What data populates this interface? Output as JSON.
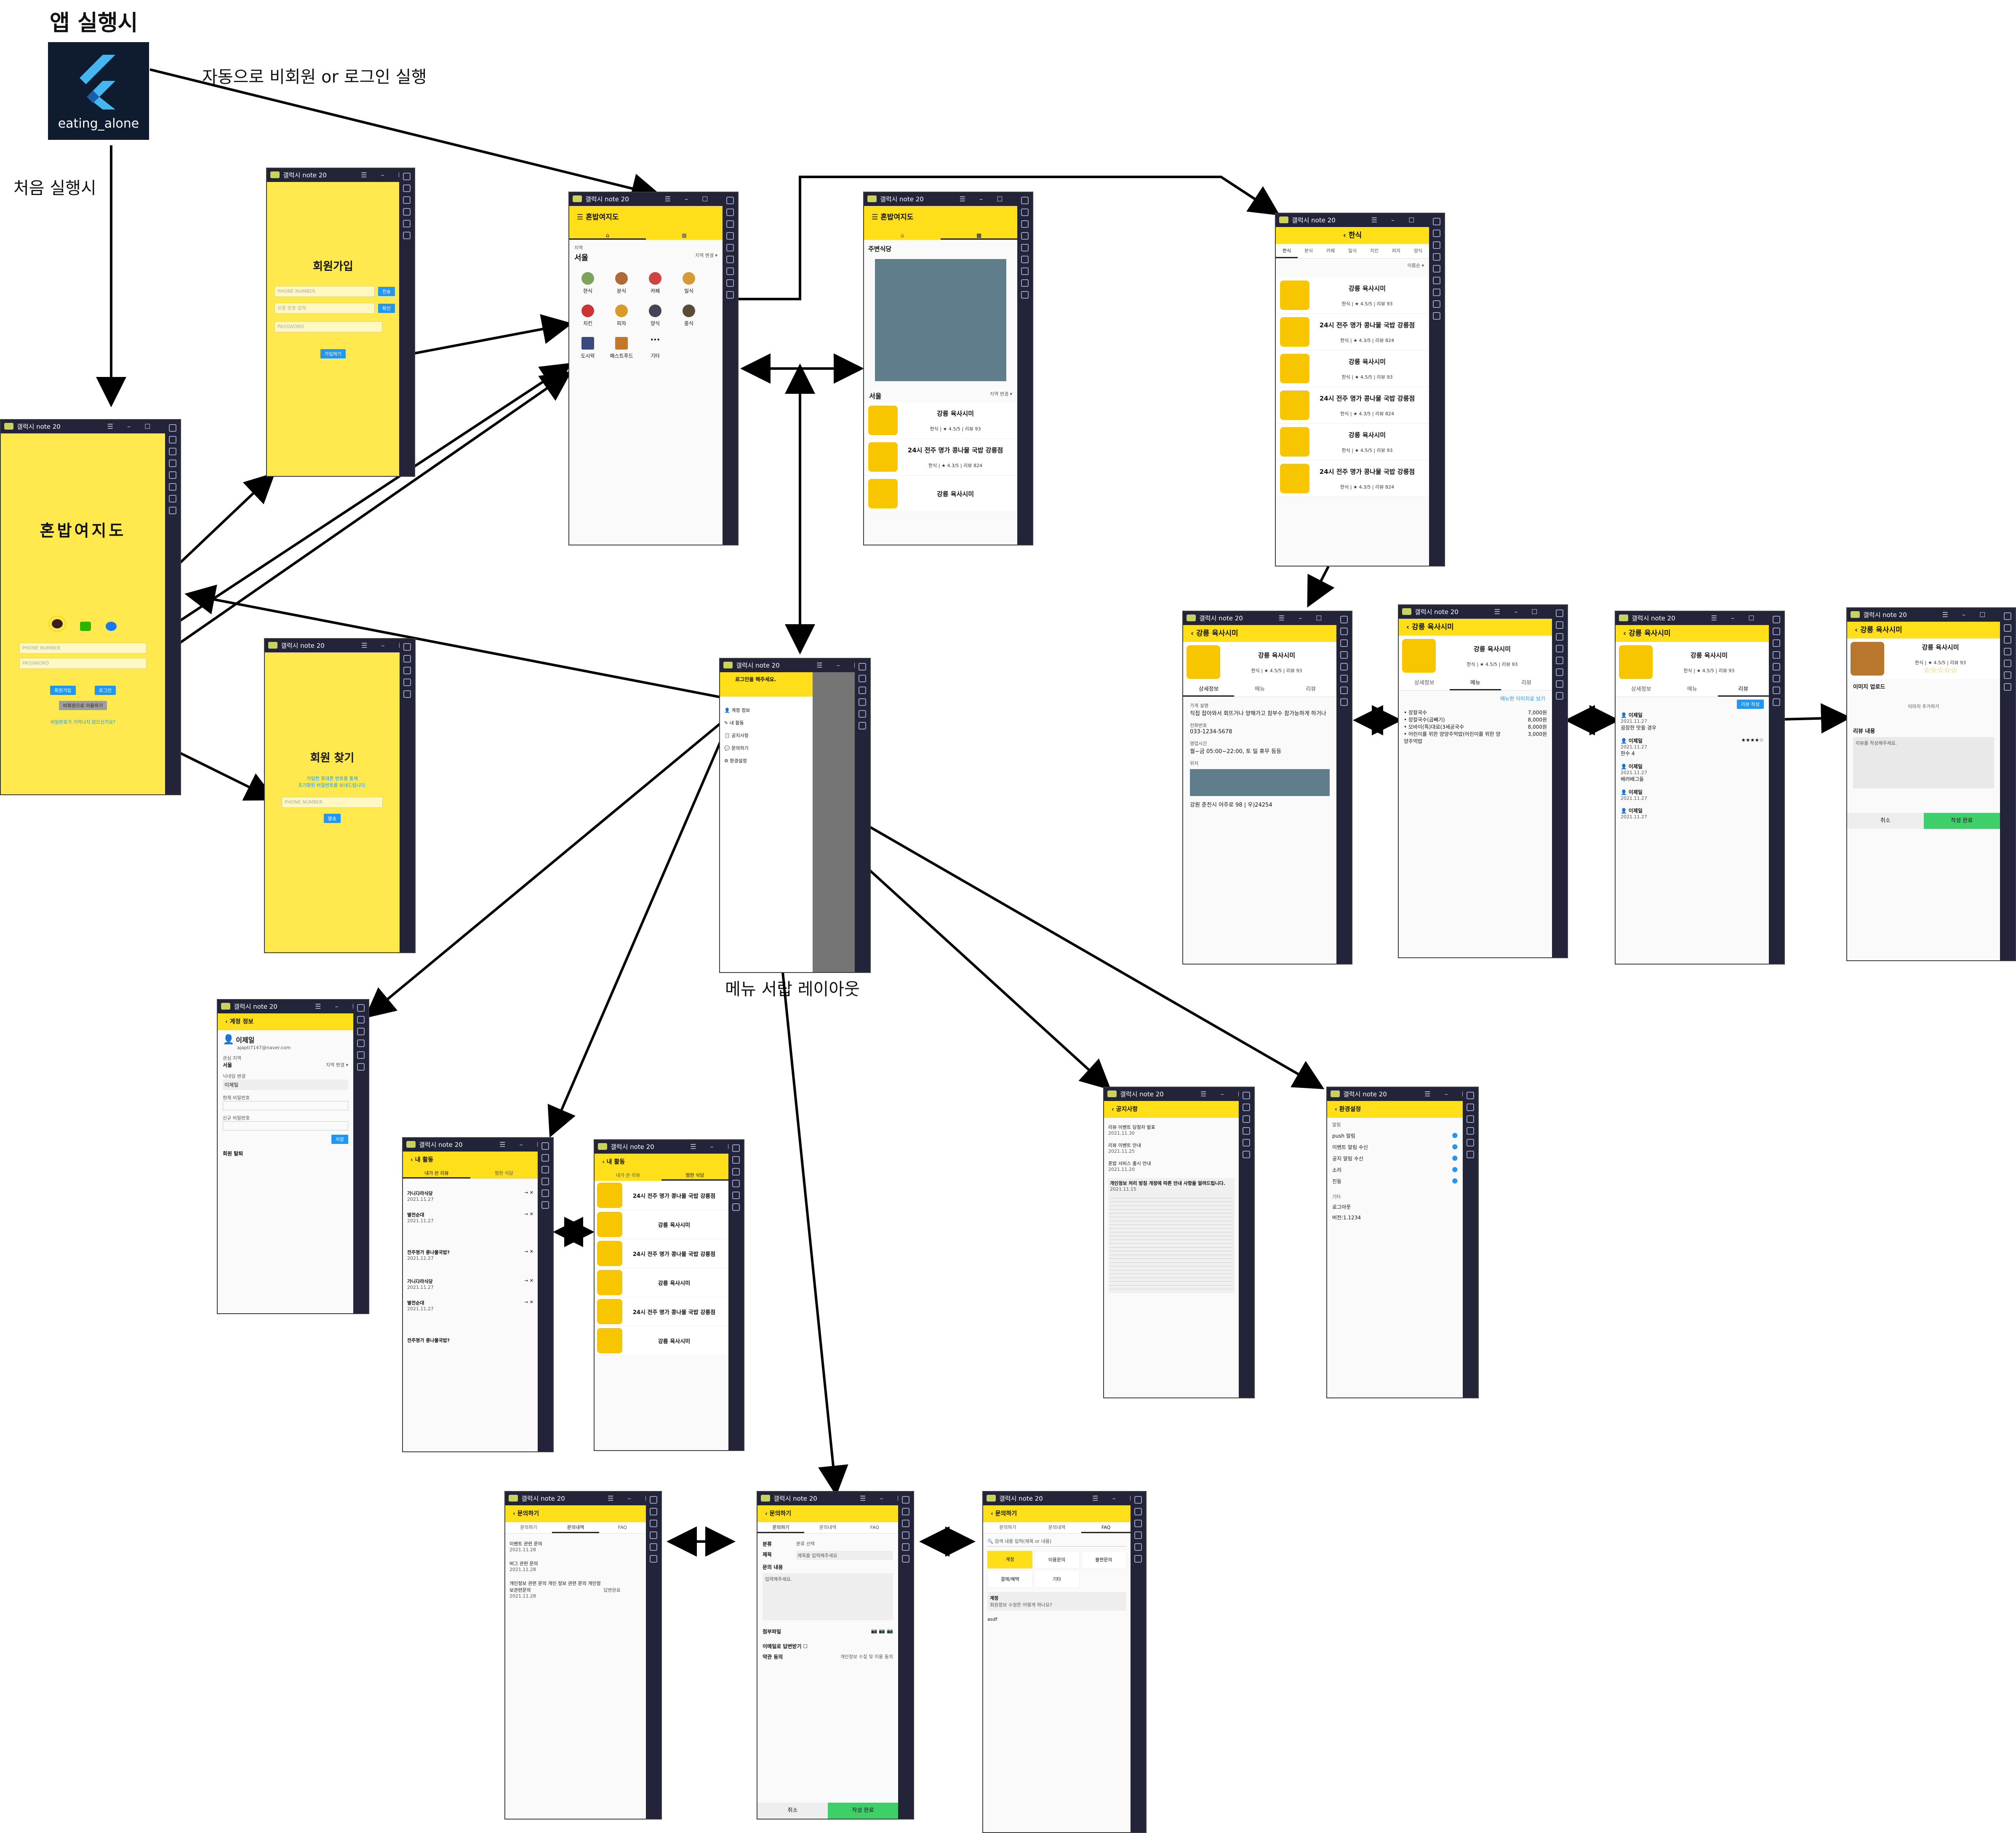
{
  "annotations": {
    "app_launch": "앱 실행시",
    "auto_login": "자동으로 비회원 or 로그인 실행",
    "first_launch": "처음 실행시",
    "drawer_layout": "메뉴 서랍 레이아웃"
  },
  "app_icon": {
    "label": "eating_alone",
    "bg_color": "#0f1b2e",
    "accent": "#45b7f0"
  },
  "emulator": {
    "title": "갤럭시 note 20"
  },
  "login": {
    "title": "혼밥여지도",
    "phone_placeholder": "PHONE NUMBER",
    "password_placeholder": "PASSWORD",
    "signup_btn": "회원가입",
    "login_btn": "로그인",
    "guest_btn": "비회원으로 이용하기",
    "find_link": "비밀번호가 기억나지 않으신가요?"
  },
  "signup": {
    "title": "회원가입",
    "phone_placeholder": "PHONE NUMBER",
    "auth_placeholder": "인증 번호 입력",
    "password_placeholder": "PASSWORD",
    "send_btn": "전송",
    "confirm_btn": "확인",
    "submit_btn": "가입하기"
  },
  "find": {
    "title": "회원 찾기",
    "desc1": "가입한 휴대폰 번호를 통해",
    "desc2": "초기화된 비밀번호를 보내드립니다.",
    "phone_placeholder": "PHONE NUMBER",
    "send_btn": "발송"
  },
  "home": {
    "appbar": "혼밥여지도",
    "region_label": "지역",
    "region": "서울",
    "region_change": "지역 변경 ▾",
    "categories": [
      "한식",
      "분식",
      "카페",
      "일식",
      "치킨",
      "피자",
      "양식",
      "중식",
      "도시락",
      "패스트푸드",
      "기타"
    ]
  },
  "nearby": {
    "title": "주변식당",
    "region": "서울",
    "region_change": "지역 변경 ▾"
  },
  "restaurants": [
    {
      "name": "강릉 육사시미",
      "category": "한식",
      "rating": "★ 4.5/5",
      "reviews": "리뷰 93"
    },
    {
      "name": "24시 전주 명가 콩나물 국밥 강릉점",
      "category": "한식",
      "rating": "★ 4.3/5",
      "reviews": "리뷰 824"
    }
  ],
  "category_list": {
    "title": "한식",
    "tabs": [
      "한식",
      "분식",
      "카페",
      "일식",
      "치킨",
      "피자",
      "양식"
    ],
    "sort": "이름순 ▾"
  },
  "detail": {
    "title": "강릉 육사시미",
    "tabs": [
      "상세정보",
      "메뉴",
      "리뷰"
    ],
    "info_label": "가게 설명",
    "info_text": "직접 잡아와서 회뜨거나 양해가고 참부수 참가능하게 하거나",
    "phone_label": "전화번호",
    "phone": "033-1234-5678",
    "hours_label": "영업시간",
    "hours": "월~금 05:00~22:00, 토 일 휴무 등등",
    "loc_label": "위치",
    "address": "강원 춘천시 어주로 98 | 우)24254",
    "menu_link": "메뉴판 이미지로 보기",
    "menu": [
      {
        "name": "장칼국수",
        "price": "7,000원"
      },
      {
        "name": "장칼국수(곱빼기)",
        "price": "8,000원"
      },
      {
        "name": "모바이(특)대로(3세공국수",
        "price": "8,000원"
      },
      {
        "name": "어린이를 위한 양양주먹밥(어린이를 위한 양양주먹밥",
        "price": "3,000원"
      }
    ],
    "review_btn": "리뷰 작성",
    "reviewers": [
      {
        "name": "이제일",
        "date": "2021.11.27",
        "text": "굉장한 맛을 경우"
      },
      {
        "name": "이제일",
        "date": "2021.11.27",
        "text": "한수 4"
      },
      {
        "name": "이제일",
        "date": "2021.11.27",
        "text": "배러배그들"
      },
      {
        "name": "이제일",
        "date": "2021.11.27",
        "text": ""
      },
      {
        "name": "이제일",
        "date": "2021.11.27",
        "text": ""
      }
    ]
  },
  "write_review": {
    "title": "강릉 육사시미",
    "image_upload": "이미지 업로드",
    "image_hint": "이미지 추가하기",
    "content_label": "리뷰 내용",
    "content_placeholder": "리뷰를 작성해주세요.",
    "cancel": "취소",
    "done": "작성 완료"
  },
  "drawer": {
    "header": "로그인을 해주세요.",
    "items": [
      "계정 정보",
      "내 활동",
      "공지사항",
      "문의하기",
      "환경설정"
    ]
  },
  "account": {
    "appbar": "계정 정보",
    "name": "이제일",
    "email": "ajapti7147@naver.com",
    "region_label": "관심 지역",
    "region": "서울",
    "region_change": "지역 변경 ▾",
    "nick_label": "닉네임 변경",
    "nick": "이제일",
    "pw_label": "현재 비밀번호",
    "new_pw_label": "신규 비밀번호",
    "save": "저장",
    "withdraw": "회원 탈퇴"
  },
  "activity": {
    "appbar": "내 활동",
    "tabs": [
      "내가 쓴 리뷰",
      "찜한 식당"
    ],
    "reviews": [
      {
        "name": "가니다라식당",
        "date": "2021.11.27"
      },
      {
        "name": "별천순대",
        "date": "2021.11.27"
      },
      {
        "name": "전주명가 콩나물국밥?",
        "date": "2021.11.27"
      },
      {
        "name": "가니다라식당",
        "date": "2021.11.27"
      },
      {
        "name": "별천순대",
        "date": "2021.11.27"
      },
      {
        "name": "전주명가 콩나물국밥?",
        "date": ""
      }
    ]
  },
  "notice": {
    "appbar": "공지사항",
    "items": [
      "리뷰 이벤트 당첨자 발표",
      "리뷰 이벤트 안내",
      "혼밥 서비스 출시 안내",
      "개인정보 처리 방침 개정에 따른 안내 사항을 알려드립니다."
    ],
    "dates": [
      "2021.11.30",
      "2021.11.25",
      "2021.11.20",
      "2021.11.15"
    ]
  },
  "settings": {
    "appbar": "환경설정",
    "section": "알림",
    "toggles": [
      "push 알림",
      "이벤트 알림 수신",
      "공지 알림 수신",
      "소리",
      "진동"
    ],
    "etc_label": "기타",
    "logout": "로그아웃",
    "version": "버전:1.1234"
  },
  "inquiry": {
    "appbar": "문의하기",
    "tabs": [
      "문의하기",
      "문의내역",
      "FAQ"
    ],
    "history": [
      {
        "title": "이벤트 관련 문의",
        "date": "2021.11.28",
        "status": ""
      },
      {
        "title": "버그 관련 문의",
        "date": "2021.11.28",
        "status": ""
      },
      {
        "title": "개인정보 관련 문의 개인 정보 관련 문의 개인정보관련문의",
        "date": "2021.11.28",
        "status": "답변완료"
      }
    ],
    "form": {
      "category_label": "분류",
      "category_value": "분류 선택",
      "title_label": "제목",
      "title_placeholder": "제목을 입력해주세요",
      "content_label": "문의 내용",
      "content_placeholder": "입력해주세요.",
      "attach_label": "첨부파일",
      "email_label": "이메일로 답변받기",
      "agree_label": "약관 동의",
      "agree_value": "개인정보 수집 및 이용 동의",
      "cancel": "취소",
      "submit": "작성 완료"
    },
    "faq": {
      "search_placeholder": "검색 내용 입력(제목 or 내용)",
      "cats": [
        "계정",
        "이용문의",
        "불편문의",
        "결제/혜택",
        "기타"
      ],
      "section": "계정",
      "answer": "회원정보 수정은 어떻게 하나요?",
      "asdf": "asdf"
    }
  }
}
